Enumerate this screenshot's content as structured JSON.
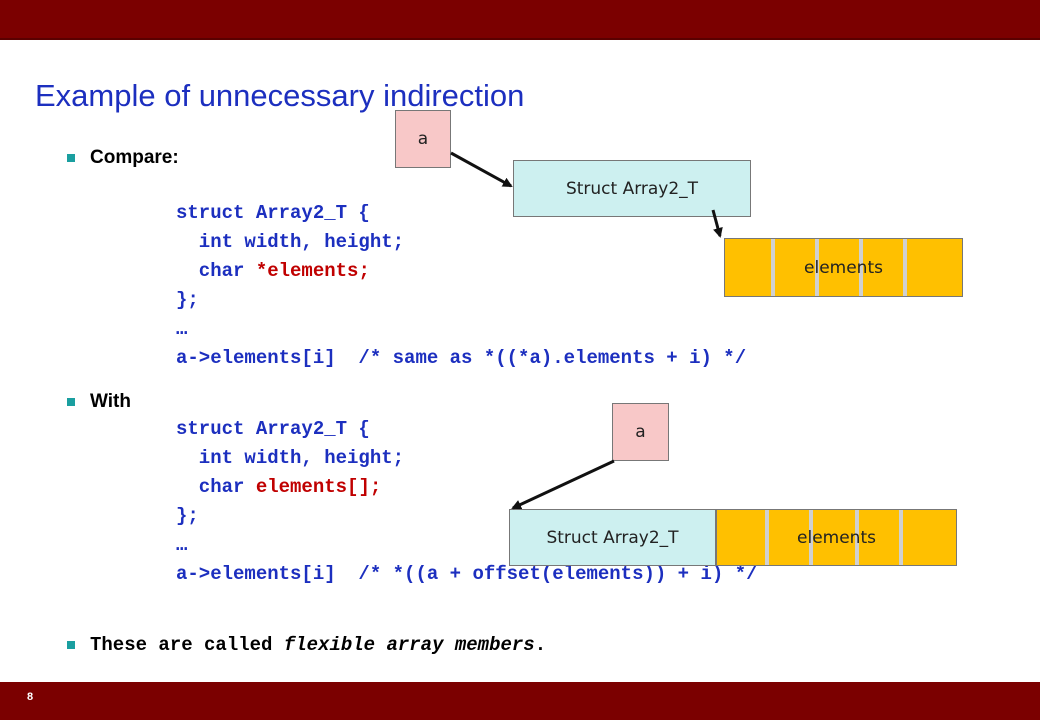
{
  "slide": {
    "title": "Example of unnecessary indirection",
    "page_number": "8"
  },
  "section1": {
    "bullet": "Compare:",
    "code": [
      "struct Array2_T {",
      "  int width, height;",
      "  char ",
      "*elements;",
      "};",
      "…",
      "a->elements[i]  /* same as *((*a).elements + i) */"
    ],
    "diagram": {
      "pointer_label": "a",
      "struct_label": "Struct Array2_T",
      "elements_label": "elements"
    }
  },
  "section2": {
    "bullet": "With",
    "code": [
      "struct Array2_T {",
      "  int width, height;",
      "  char ",
      "elements[];",
      "};",
      "…",
      "a->elements[i]  /* *((a + offset(elements)) + i) */"
    ],
    "diagram": {
      "pointer_label": "a",
      "struct_label": "Struct Array2_T",
      "elements_label": "elements"
    }
  },
  "footer_note": {
    "prefix": "These are called ",
    "emphasis": "flexible array members",
    "suffix": "."
  },
  "colors": {
    "bar": "#7b0000",
    "title": "#1c2fbf",
    "code": "#1c2fbf",
    "highlight": "#c00000",
    "bullet": "#1a9fa0",
    "pointer_box": "#f8c8c8",
    "struct_box": "#cdf0f0",
    "elements_box": "#ffc000"
  }
}
